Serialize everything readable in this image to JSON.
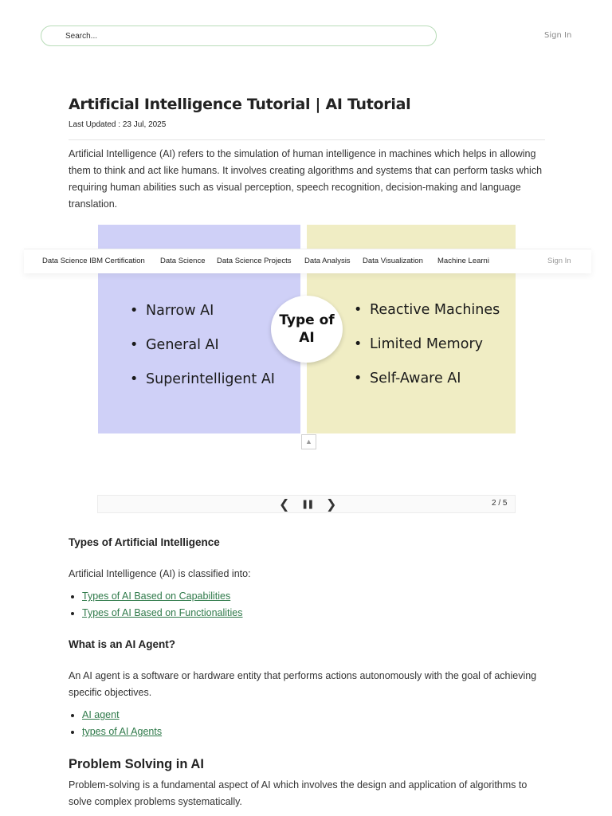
{
  "header": {
    "search_placeholder": "Search...",
    "sign_in": "Sign In"
  },
  "article": {
    "title": "Artificial Intelligence Tutorial | AI Tutorial",
    "last_updated": "Last Updated : 23 Jul, 2025",
    "intro": "Artificial Intelligence (AI) refers to the simulation of human intelligence in machines which helps in allowing them to think and act like humans. It involves creating algorithms and systems that can perform tasks which requiring human abilities such as visual perception, speech recognition, decision-making and language translation."
  },
  "figure": {
    "center_label": "Type of AI",
    "left_items": [
      "Narrow AI",
      "General AI",
      "Superintelligent AI"
    ],
    "right_items": [
      "Reactive Machines",
      "Limited Memory",
      "Self-Aware AI"
    ],
    "colors": {
      "left": "#cfd0f7",
      "right": "#f0edc4"
    }
  },
  "sticky_nav": {
    "items": [
      "Data Science IBM Certification",
      "Data Science",
      "Data Science Projects",
      "Data Analysis",
      "Data Visualization",
      "Machine Learni"
    ],
    "sign_in": "Sign In"
  },
  "scroll_up_icon": "▲",
  "slides": {
    "prev": "❮",
    "pause": "❚❚",
    "next": "❯",
    "counter": "2 / 5"
  },
  "sections": {
    "types": {
      "heading": "Types of Artificial Intelligence",
      "text": "Artificial Intelligence (AI) is classified into:",
      "links": [
        "Types of AI Based on Capabilities",
        "Types of AI Based on Functionalities"
      ]
    },
    "agent": {
      "heading": "What is an AI Agent?",
      "text": "An AI agent is a software or hardware entity that performs actions autonomously with the goal of achieving specific objectives.",
      "links": [
        "AI agent",
        "types of AI Agents"
      ]
    },
    "problem": {
      "heading": "Problem Solving in AI",
      "text": "Problem-solving is a fundamental aspect of AI which involves the design and application of algorithms to solve complex problems systematically."
    }
  },
  "theme": {
    "link_color": "#2f7a4a",
    "search_border": "#b8dcb8"
  }
}
